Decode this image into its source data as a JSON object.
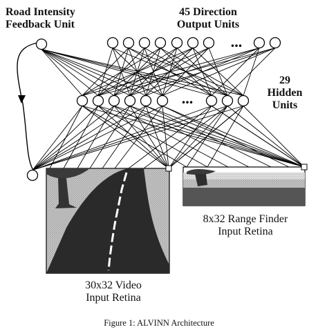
{
  "labels": {
    "road_intensity": [
      "Road Intensity",
      "Feedback Unit"
    ],
    "direction_outputs": [
      "45 Direction",
      "Output Units"
    ],
    "hidden_units": [
      "29",
      "Hidden",
      "Units"
    ],
    "range_finder": [
      "8x32 Range Finder",
      "Input Retina"
    ],
    "video_retina": [
      "30x32 Video",
      "Input Retina"
    ]
  },
  "ellipsis": "...",
  "caption": "Figure 1: ALVINN Architecture"
}
